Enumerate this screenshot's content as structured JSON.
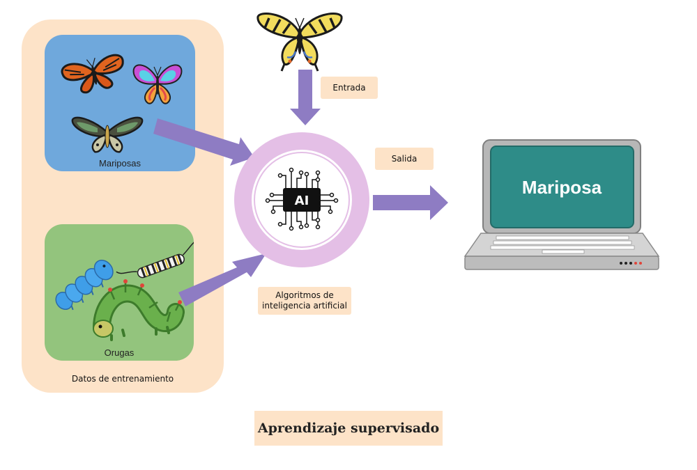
{
  "training": {
    "panel_label": "Datos de entrenamiento",
    "butterflies_label": "Mariposas",
    "caterpillars_label": "Orugas"
  },
  "labels": {
    "input": "Entrada",
    "output": "Salida",
    "algorithm_line1": "Algoritmos de",
    "algorithm_line2": "inteligencia artificial"
  },
  "ai_chip": {
    "text": "AI"
  },
  "laptop": {
    "screen_text": "Mariposa"
  },
  "title": "Aprendizaje supervisado",
  "colors": {
    "training_bg": "#fde3c8",
    "butterflies_bg": "#6fa8dc",
    "caterpillars_bg": "#93c47d",
    "arrow": "#8e7cc3",
    "ring": "#ead1ee",
    "screen": "#2e8c88"
  }
}
